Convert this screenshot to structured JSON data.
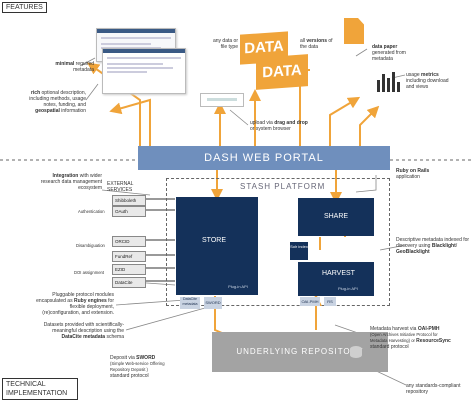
{
  "corner_labels": {
    "features": "FEATURES",
    "technical": "TECHNICAL IMPLEMENTATION"
  },
  "notes": {
    "minimal": [
      "minimal",
      " required",
      "metadata"
    ],
    "rich": [
      "rich",
      " optional description,",
      "including methods, usage",
      "notes, funding, and",
      "geospatial",
      " information"
    ],
    "any_data": [
      "any data or",
      "file type"
    ],
    "all_versions": [
      "all ",
      "versions",
      " of the data"
    ],
    "data_paper": [
      "data paper",
      "generated from",
      "metadata"
    ],
    "usage_metrics": [
      "usage ",
      "metrics",
      "including download",
      "and views"
    ],
    "upload": [
      "upload via ",
      "drag and drop",
      "or system browser"
    ],
    "integration": [
      "Integration",
      " with wider",
      "research data management",
      "ecosystem"
    ],
    "ruby_rails": [
      "Ruby on Rails",
      "application"
    ],
    "descriptive": [
      "Descriptive metadata indexed for",
      "discovery using ",
      "Blacklight",
      "/",
      "GeoBlacklight"
    ],
    "pluggable": [
      "Pluggable protocol modules",
      "encapsulated as ",
      "Ruby engines",
      " for",
      "flexible deployment,",
      "(re)configuration, and extension."
    ],
    "datasets": [
      "Datasets provided with scientifically-",
      "meaningful description using the",
      "DataCite metadata",
      " schema"
    ],
    "deposit": [
      "Deposit via ",
      "SWORD",
      "(Simple Web-service Offering",
      "Repository Deposit )",
      "standard protocol"
    ],
    "harvest_note": [
      "Metadata harvest via ",
      "OAI-PMH",
      "(Open Archives Initiative Protocol for",
      "Metadata Harvesting) or ",
      "ResourceSync",
      "standard protocol"
    ],
    "any_repo": [
      "any standards-compliant",
      "repository"
    ]
  },
  "data_labels": [
    "DATA",
    "DATA"
  ],
  "portal_label": "DASH WEB PORTAL",
  "platform_label": "STASH PLATFORM",
  "external": {
    "title": [
      "EXTERNAL",
      "SERVICES"
    ],
    "groups": [
      {
        "label": "Authentication",
        "items": [
          "Shibboleth",
          "OAuth"
        ]
      },
      {
        "label": "Disambiguation",
        "items": [
          "ORCID",
          "FundRef"
        ]
      },
      {
        "label": "DOI assignment",
        "items": [
          "EZID",
          "DataCite"
        ]
      }
    ]
  },
  "store": {
    "label": "STORE",
    "plugin": "Plug-in API",
    "datacite": "DataCite metadata",
    "sword": "SWORD"
  },
  "share": {
    "label": "SHARE"
  },
  "solr": {
    "label": "Solr index"
  },
  "harvest": {
    "label": "HARVEST",
    "plugin": "Plug-in API",
    "oai": "OAI-PMH",
    "rs": "RS"
  },
  "repository": {
    "label": "UNDERLYING REPOSITORY"
  },
  "colors": {
    "navy": "#14315a",
    "orange": "#f0a43a",
    "portal": "#6f8fbd"
  }
}
